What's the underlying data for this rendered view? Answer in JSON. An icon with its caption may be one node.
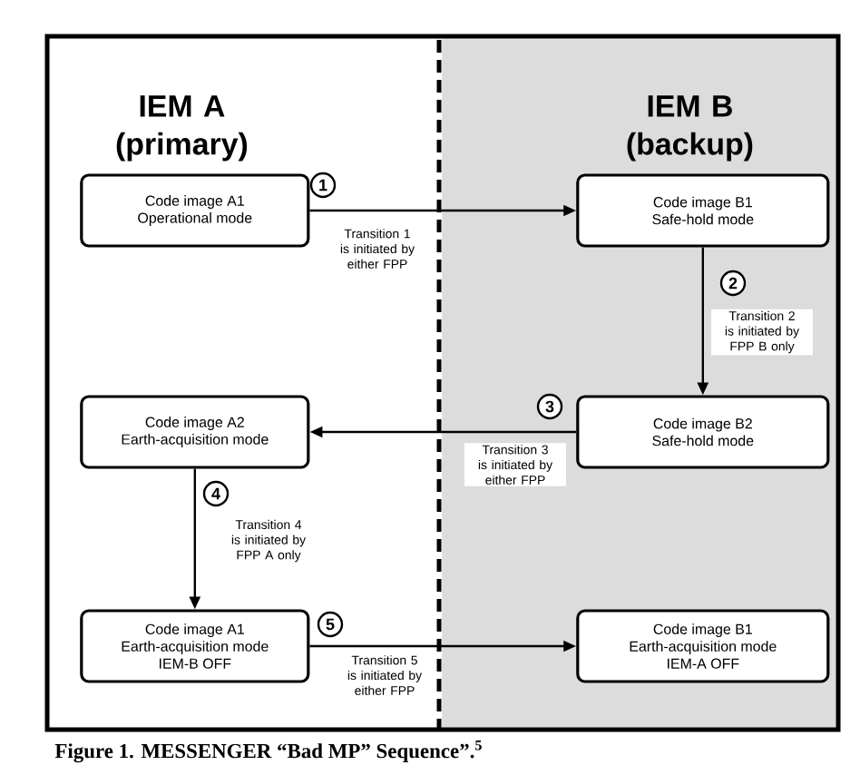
{
  "diagram": {
    "caption": "Figure 1.  MESSENGER “Bad MP” Sequence”.$^{5}$",
    "nodes": [
      {
        "text": [
          "IEM A",
          "(primary)"
        ]
      },
      {
        "text": [
          "IEM B",
          "(backup)"
        ]
      },
      {
        "text": [
          "Code image A1",
          "Operational mode"
        ],
        "in": 0
      },
      {
        "text": [
          "Code image B1",
          "Safe-hold mode"
        ],
        "in": 1
      },
      {
        "text": [
          "Code image B2",
          "Safe-hold mode"
        ],
        "in": 1
      },
      {
        "text": [
          "Code image A2",
          "Earth-acquisition mode"
        ],
        "in": 0
      },
      {
        "text": [
          "Code image A1",
          "Earth-acquisition mode",
          "IEM-B OFF"
        ],
        "in": 0
      },
      {
        "text": [
          "Code image B1",
          "Earth-acquisition mode",
          "IEM-A OFF"
        ],
        "in": 1
      }
    ],
    "edges": [
      {
        "from": 2,
        "to": 3,
        "arrow": "to",
        "label": "Transition 1 is initiated by either FPP"
      },
      {
        "from": 3,
        "to": 4,
        "arrow": "to",
        "label": "Transition 2 is initiated by FPP B only"
      },
      {
        "from": 4,
        "to": 5,
        "arrow": "to",
        "label": "Transition 3 is initiated by either FPP"
      },
      {
        "from": 5,
        "to": 6,
        "arrow": "to",
        "label": "Transition 4 is initiated by FPP A only"
      },
      {
        "from": 6,
        "to": 7,
        "arrow": "to",
        "label": "Transition 5 is initiated by either FPP"
      }
    ],
    "labels": [
      "1",
      "2",
      "3",
      "4",
      "5"
    ]
  }
}
